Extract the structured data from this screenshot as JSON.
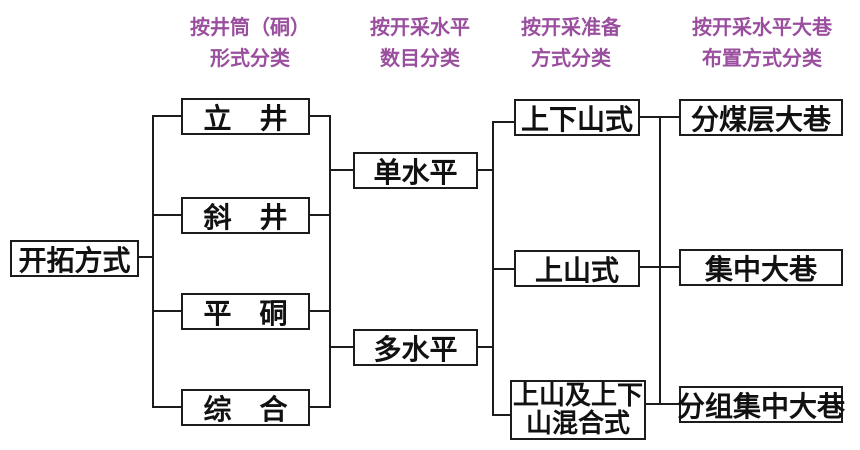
{
  "diagram": {
    "description": "Classification tree of coal mine development methods",
    "headers": [
      {
        "line1": "按井筒（硐）",
        "line2": "形式分类"
      },
      {
        "line1": "按开采水平",
        "line2": "数目分类"
      },
      {
        "line1": "按开采准备",
        "line2": "方式分类"
      },
      {
        "line1": "按开采水平大巷",
        "line2": "布置方式分类"
      }
    ],
    "nodes": {
      "root": "开拓方式",
      "col1": [
        "立　井",
        "斜　井",
        "平　硐",
        "综　合"
      ],
      "col2": [
        "单水平",
        "多水平"
      ],
      "col3": [
        "上下山式",
        "上山式",
        "上山及上下\n山混合式"
      ],
      "col4": [
        "分煤层大巷",
        "集中大巷",
        "分组集中大巷"
      ]
    },
    "colors": {
      "header_text": "#9a4f9e",
      "line": "#1c1c1c",
      "box_background": "#ffffff",
      "page_background": "#ffffff",
      "box_text": "#111111"
    }
  }
}
